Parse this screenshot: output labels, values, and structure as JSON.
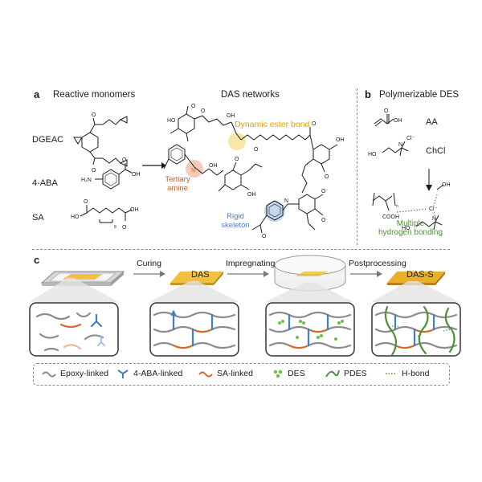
{
  "panel_a": {
    "letter": "a",
    "monomers_title": "Reactive monomers",
    "networks_title": "DAS networks",
    "monomers": [
      "DGEAC",
      "4-ABA",
      "SA"
    ],
    "annotations": {
      "dynamic_ester": "Dynamic ester bond",
      "tertiary_amine": [
        "Tertiary",
        "amine"
      ],
      "rigid_skeleton": [
        "Rigid",
        "skeleton"
      ]
    },
    "colors": {
      "ester": "#d9a400",
      "amine": "#c0622f",
      "rigid": "#4a7fc1"
    }
  },
  "panel_b": {
    "letter": "b",
    "title": "Polymerizable DES",
    "components": [
      "AA",
      "ChCl"
    ],
    "hbond_note": [
      "Multiple",
      "hydrogen bonding"
    ],
    "hbond_color": "#4e8f3a"
  },
  "panel_c": {
    "letter": "c",
    "steps": [
      "Curing",
      "Impregnating",
      "Postprocessing"
    ],
    "films": [
      "DAS",
      "DAS-S"
    ],
    "legend": [
      {
        "label": "Epoxy-linked",
        "color": "#8c8c8c",
        "icon": "epoxy-line-icon"
      },
      {
        "label": "4-ABA-linked",
        "color": "#3f7fc4",
        "icon": "aba-branch-icon"
      },
      {
        "label": "SA-linked",
        "color": "#d46a2a",
        "icon": "sa-line-icon"
      },
      {
        "label": "DES",
        "color": "#6cbf4a",
        "icon": "des-molecule-icon"
      },
      {
        "label": "PDES",
        "color": "#4e8f3a",
        "icon": "pdes-chain-icon"
      },
      {
        "label": "H-bond",
        "color": "#4e8f3a",
        "icon": "hbond-dots-icon"
      }
    ]
  }
}
